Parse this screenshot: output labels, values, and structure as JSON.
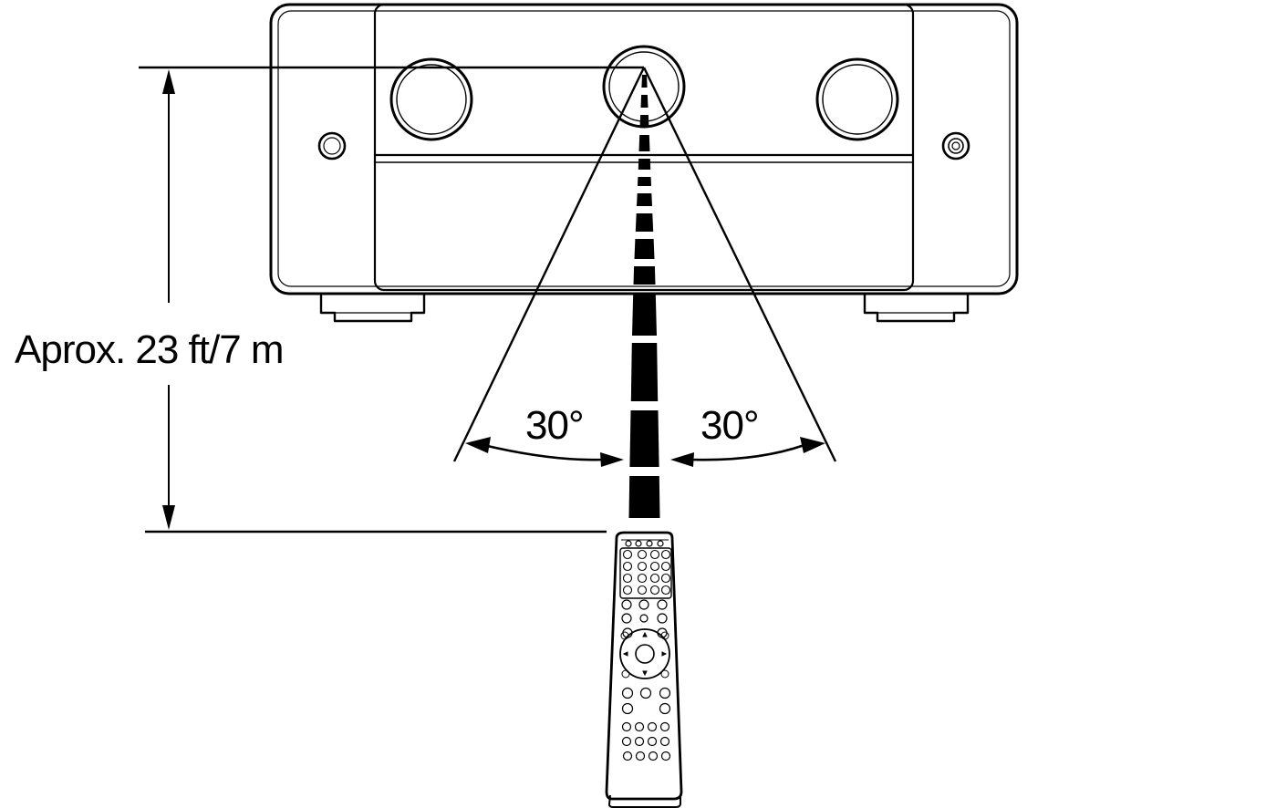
{
  "diagram": {
    "distance_label": "Aprox. 23 ft/7 m",
    "left_angle_label": "30°",
    "right_angle_label": "30°",
    "line_color": "#000000",
    "background": "#ffffff"
  },
  "icons": {
    "receiver": "av-receiver-icon",
    "remote": "remote-control-icon",
    "beam": "ir-beam-icon"
  }
}
